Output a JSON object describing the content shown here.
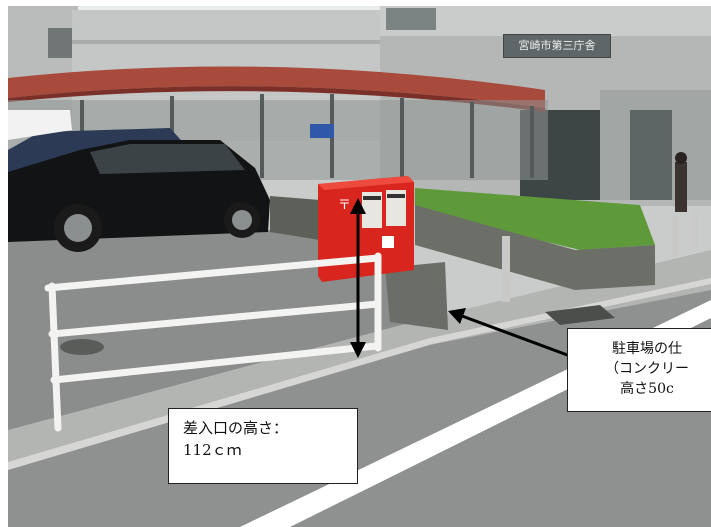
{
  "photo": {
    "building_sign": "宮崎市第三庁舎",
    "postbox_mark": "〒"
  },
  "height_callout": {
    "line1": "差入口の高さ：",
    "line2": "112ｃｍ"
  },
  "lot_callout": {
    "line1": "駐車場の仕",
    "line2": "（コンクリー",
    "line3": "高さ50c"
  },
  "colors": {
    "postbox": "#d8261f",
    "hedge": "#5f9a3a",
    "awning": "#a84a3c",
    "arrow": "#000000"
  }
}
